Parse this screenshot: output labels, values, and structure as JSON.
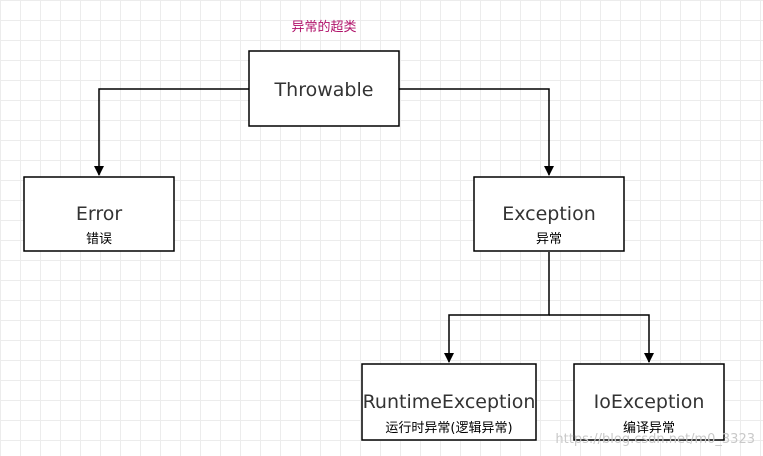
{
  "caption": "异常的超类",
  "nodes": {
    "throwable": {
      "title": "Throwable"
    },
    "error": {
      "title": "Error",
      "subtitle": "错误"
    },
    "exception": {
      "title": "Exception",
      "subtitle": "异常"
    },
    "runtime": {
      "title": "RuntimeException",
      "subtitle": "运行时异常(逻辑异常)"
    },
    "io": {
      "title": "IoException",
      "subtitle": "编译异常"
    }
  },
  "watermark": "https://blog.csdn.net/m0_3323",
  "colors": {
    "caption": "#b0126a",
    "stroke": "#000000",
    "grid": "#ececec"
  }
}
